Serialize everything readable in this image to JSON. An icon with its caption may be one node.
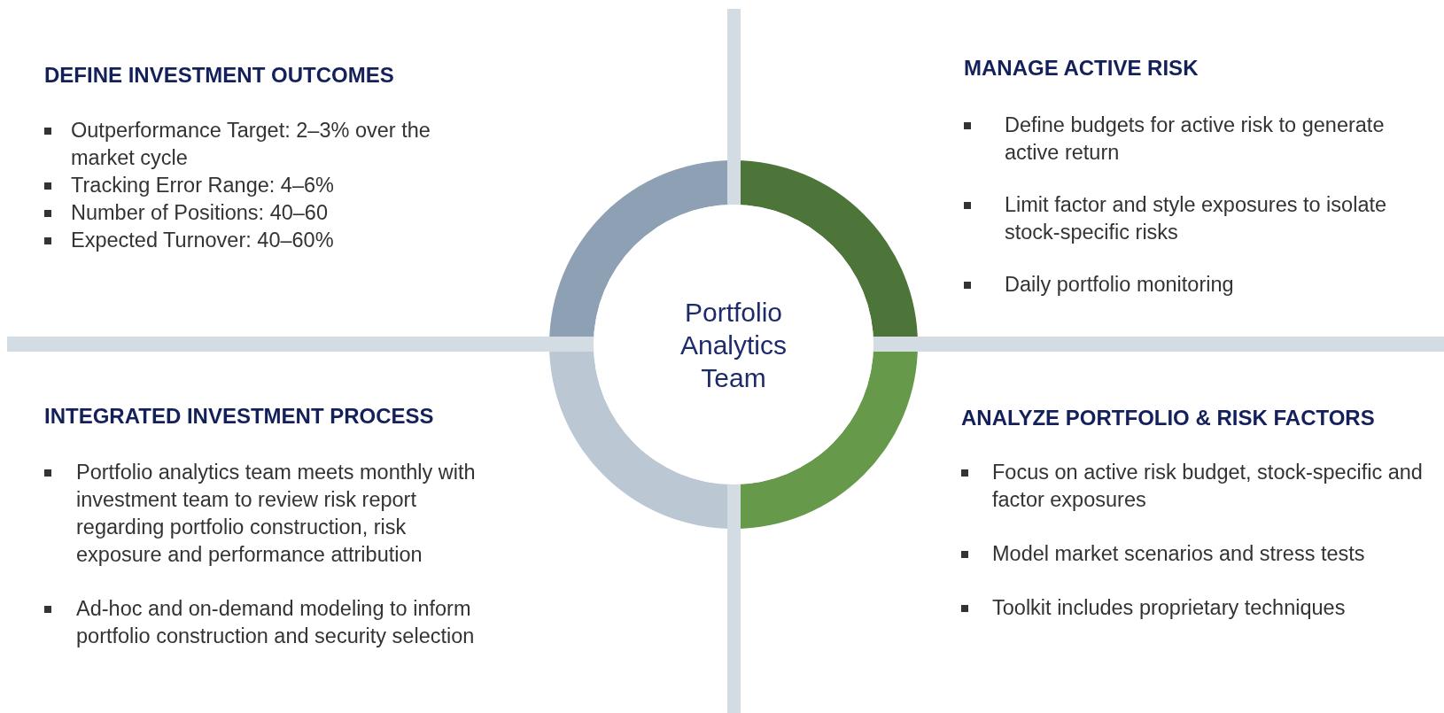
{
  "diagram": {
    "nodes": [
      {
        "text": [
          "Portfolio Analytics Team"
        ]
      }
    ],
    "labels": [
      "DEFINE INVESTMENT OUTCOMES",
      "Outperformance Target: 2–3% over the market cycle",
      "Tracking Error Range: 4–6%",
      "Number of Positions: 40–60",
      "Expected Turnover: 40–60%",
      "MANAGE ACTIVE RISK",
      "Define budgets for active risk to generate active return",
      "Limit factor and style exposures to isolate stock-specific risks",
      "Daily portfolio monitoring",
      "INTEGRATED INVESTMENT PROCESS",
      "Portfolio analytics team meets monthly with investment team to review risk report regarding portfolio construction, risk exposure and performance attribution",
      "Ad-hoc and on-demand modeling to inform portfolio construction and security selection",
      "ANALYZE PORTFOLIO & RISK FACTORS",
      "Focus on active risk budget, stock-specific and factor exposures",
      "Model market scenarios and stress tests",
      "Toolkit includes proprietary techniques"
    ]
  }
}
